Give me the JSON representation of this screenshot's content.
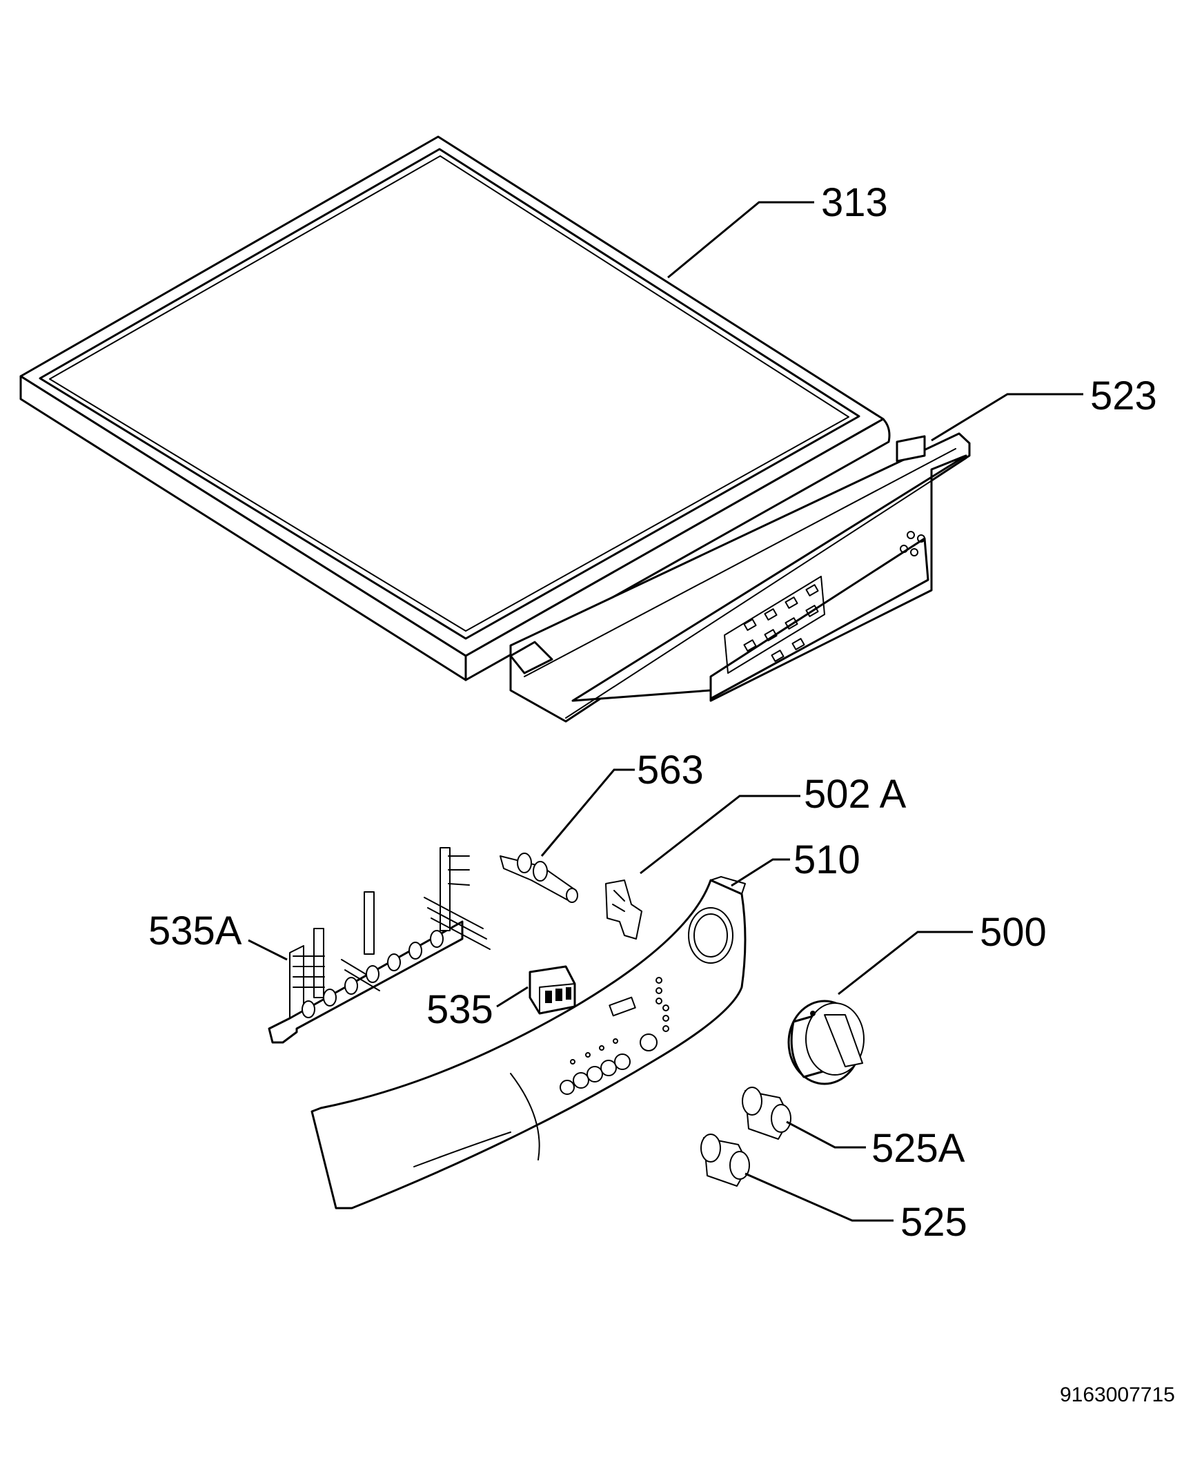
{
  "labels": {
    "p313": "313",
    "p523": "523",
    "p563": "563",
    "p502a": "502 A",
    "p510": "510",
    "p535a": "535A",
    "p500": "500",
    "p535": "535",
    "p525a": "525A",
    "p525": "525"
  },
  "doc_number": "9163007715"
}
